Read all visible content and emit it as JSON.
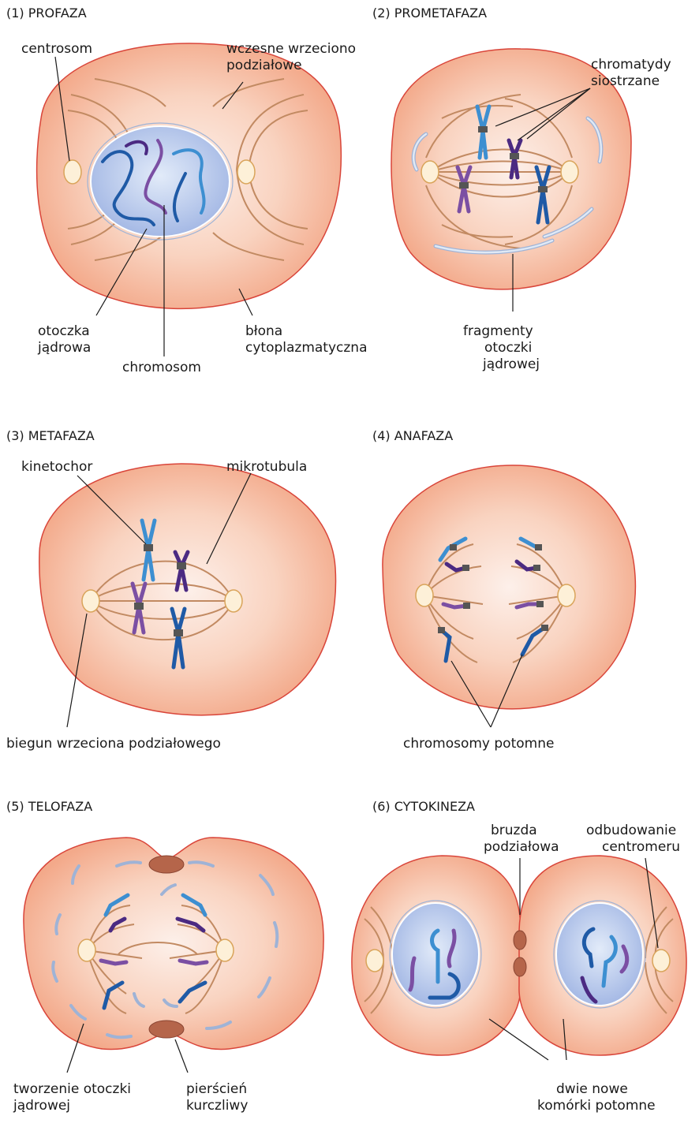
{
  "panels": [
    {
      "heading": "(1) PROFAZA",
      "labels": {
        "centrosome": "centrosom",
        "early_spindle": [
          "wczesne wrzeciono",
          "podziałowe"
        ],
        "nuclear_envelope": [
          "otoczka",
          "jądrowa"
        ],
        "chromosome": "chromosom",
        "membrane": [
          "błona",
          "cytoplazmatyczna"
        ]
      }
    },
    {
      "heading": "(2) PROMETAFAZA",
      "labels": {
        "sister_chromatids": [
          "chromatydy",
          "siostrzane"
        ],
        "envelope_fragments": [
          "fragmenty",
          "otoczki",
          "jądrowej"
        ]
      }
    },
    {
      "heading": "(3) METAFAZA",
      "labels": {
        "kinetochore": "kinetochor",
        "microtubule": "mikrotubula",
        "spindle_pole": "biegun wrzeciona podziałowego"
      }
    },
    {
      "heading": "(4) ANAFAZA",
      "labels": {
        "daughter_chromosomes": "chromosomy potomne"
      }
    },
    {
      "heading": "(5) TELOFAZA",
      "labels": {
        "envelope_forming": [
          "tworzenie otoczki",
          "jądrowej"
        ],
        "contractile_ring": [
          "pierścień",
          "kurczliwy"
        ]
      }
    },
    {
      "heading": "(6) CYTOKINEZA",
      "labels": {
        "cleavage_furrow": [
          "bruzda",
          "podziałowa"
        ],
        "centromere_rebuild": [
          "odbudowanie",
          "centromeru"
        ],
        "daughter_cells": [
          "dwie nowe",
          "komórki potomne"
        ]
      }
    }
  ],
  "colors": {
    "cell_fill": "#f7c2aa",
    "cell_outline": "#d9453a",
    "microtubule": "#c28a62",
    "centrosome": "#fdf0d8",
    "nucleus": "#b9c9ec",
    "chromosome_dark_blue": "#1f5aa6",
    "chromosome_light_blue": "#3d8fd1",
    "chromosome_purple": "#7b4fa3",
    "chromosome_dark_purple": "#4b2a82",
    "centromere": "#555555",
    "contractile_ring": "#b5654a"
  }
}
